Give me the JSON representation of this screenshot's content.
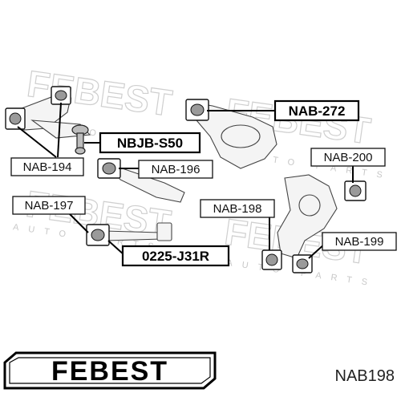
{
  "labels": {
    "nab272": "NAB-272",
    "nbjbs50": "NBJB-S50",
    "nab194": "NAB-194",
    "nab196": "NAB-196",
    "nab200": "NAB-200",
    "nab197": "NAB-197",
    "nab198": "NAB-198",
    "nab199": "NAB-199",
    "j31r": "0225-J31R"
  },
  "footer": {
    "brand": "FEBEST",
    "part_code": "NAB198"
  },
  "watermark": {
    "word": "FEBEST",
    "sub": "AUTO PARTS"
  }
}
